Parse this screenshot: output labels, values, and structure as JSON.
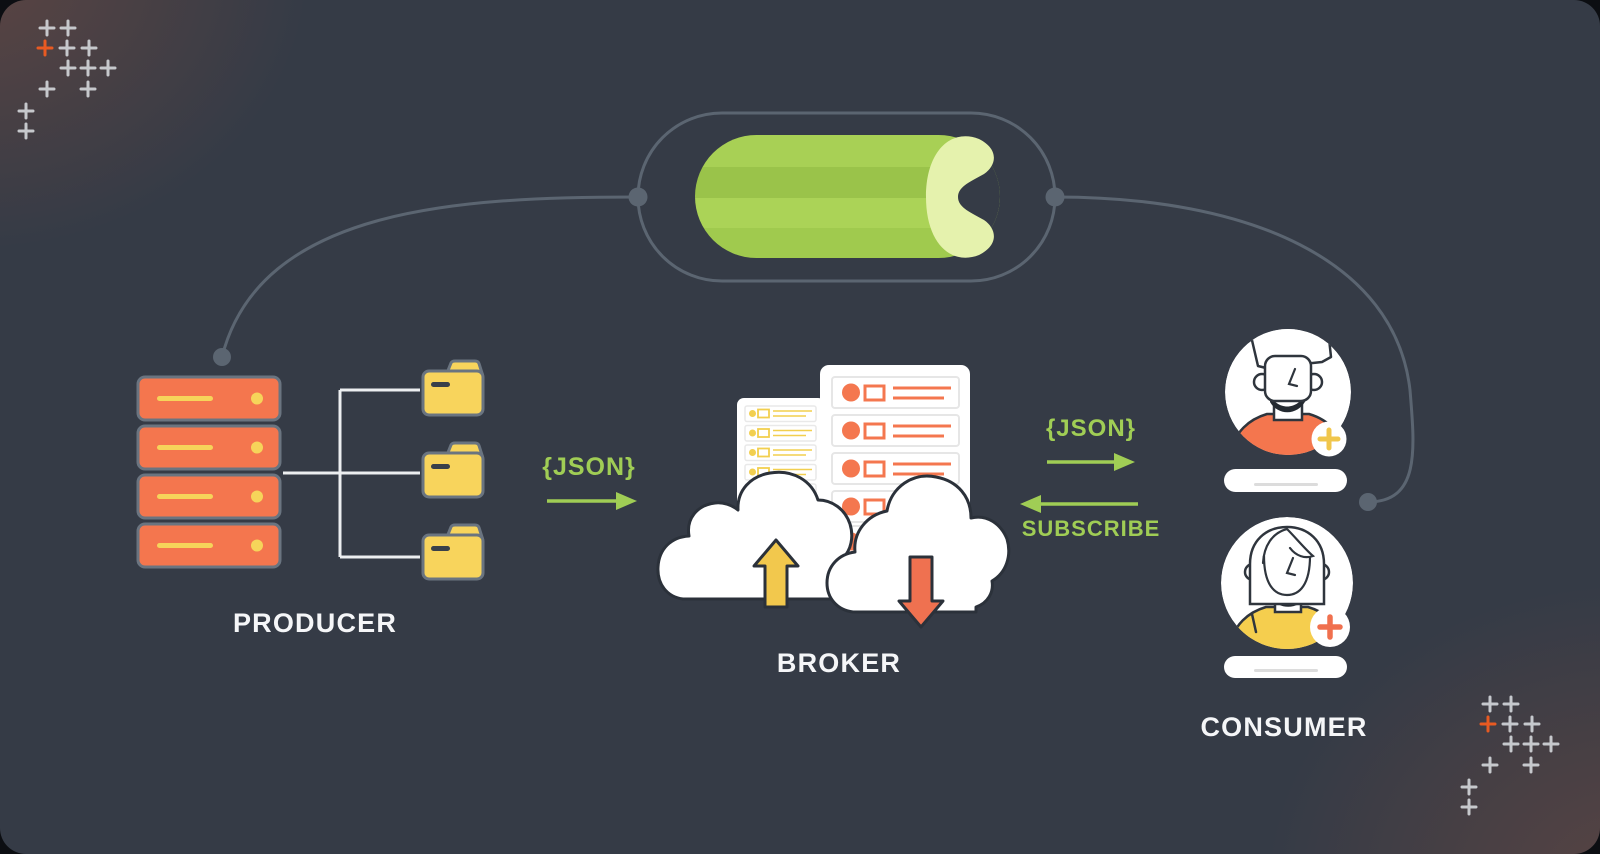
{
  "diagram": {
    "hub": {
      "icon": "celery-stick-icon"
    },
    "nodes": [
      {
        "id": "producer",
        "label": "PRODUCER",
        "icon": "server-stack-icon"
      },
      {
        "id": "broker",
        "label": "BROKER",
        "icon": "cloud-upload-download-icon"
      },
      {
        "id": "consumer",
        "label": "CONSUMER",
        "icon": "user-avatars-icon"
      }
    ],
    "flows": [
      {
        "id": "produce",
        "from": "producer",
        "to": "broker",
        "label": "{JSON}",
        "direction": "right"
      },
      {
        "id": "deliver",
        "from": "broker",
        "to": "consumer",
        "label": "{JSON}",
        "direction": "right"
      },
      {
        "id": "subscribe",
        "from": "consumer",
        "to": "broker",
        "label": "SUBSCRIBE",
        "direction": "left"
      }
    ],
    "colors": {
      "background": "#353b46",
      "accent_green": "#a0cd55",
      "celery_greens": [
        "#a8d055",
        "#9ac34a",
        "#abd357",
        "#a0ca4e"
      ],
      "pale_green": "#e5f2ad",
      "coral": "#f4764e",
      "yellow": "#f6d45a",
      "folder_yellow": "#f8d45c",
      "line_gray": "#5b6571",
      "tree_line": "#eceef0",
      "outline_gray": "#6a7480",
      "ink_outline": "#2b313a",
      "text": "#f5f6f8",
      "plus_white": "#d4d7db",
      "plus_orange": "#e85a22"
    }
  }
}
